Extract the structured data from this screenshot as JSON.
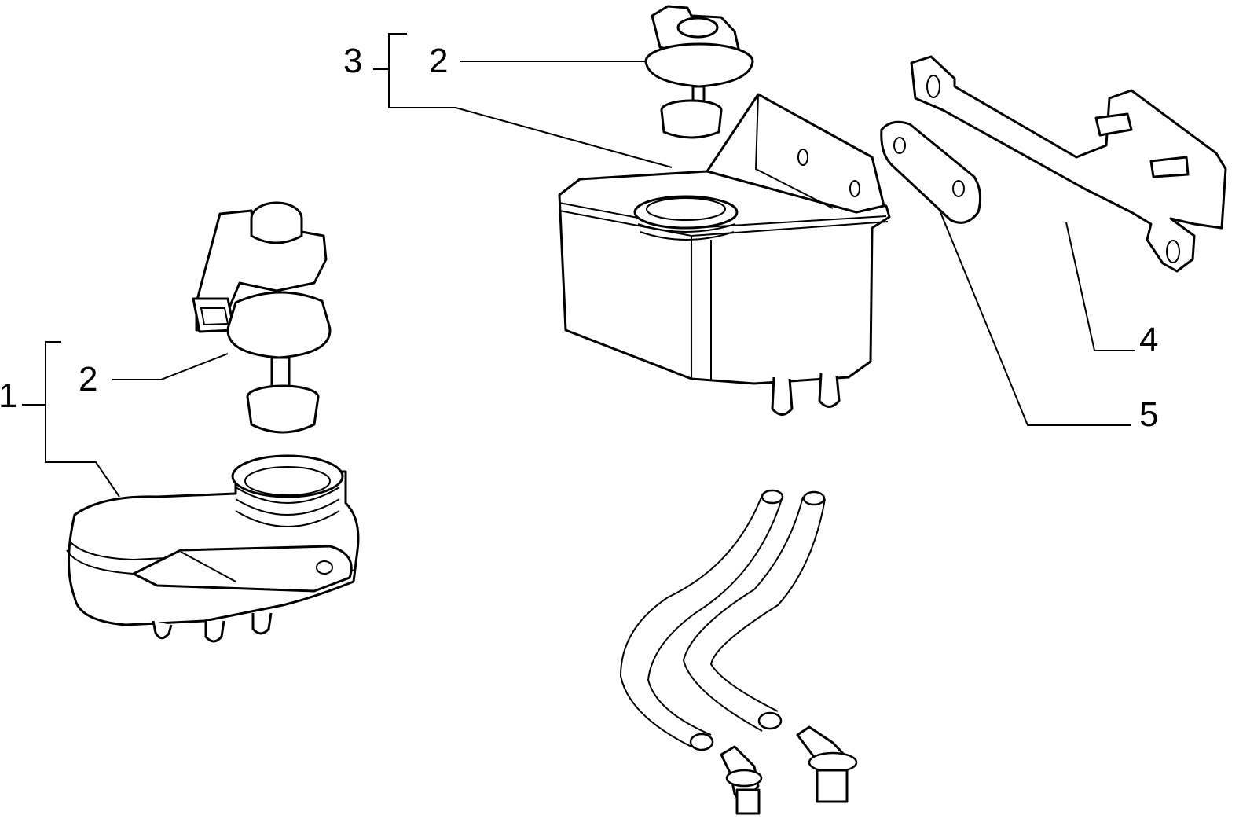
{
  "diagram": {
    "callouts": [
      {
        "id": "1",
        "label": "1"
      },
      {
        "id": "2a",
        "label": "2"
      },
      {
        "id": "2b",
        "label": "2"
      },
      {
        "id": "3",
        "label": "3"
      },
      {
        "id": "4",
        "label": "4"
      },
      {
        "id": "5",
        "label": "5"
      }
    ],
    "parts": [
      {
        "id": "reservoir-small",
        "callout": "1"
      },
      {
        "id": "cap-sensor-small",
        "callout": "2"
      },
      {
        "id": "cap-sensor-large",
        "callout": "2"
      },
      {
        "id": "reservoir-large",
        "callout": "3"
      },
      {
        "id": "bracket-long",
        "callout": "4"
      },
      {
        "id": "bracket-short",
        "callout": "5"
      },
      {
        "id": "hoses",
        "callout": ""
      }
    ]
  }
}
